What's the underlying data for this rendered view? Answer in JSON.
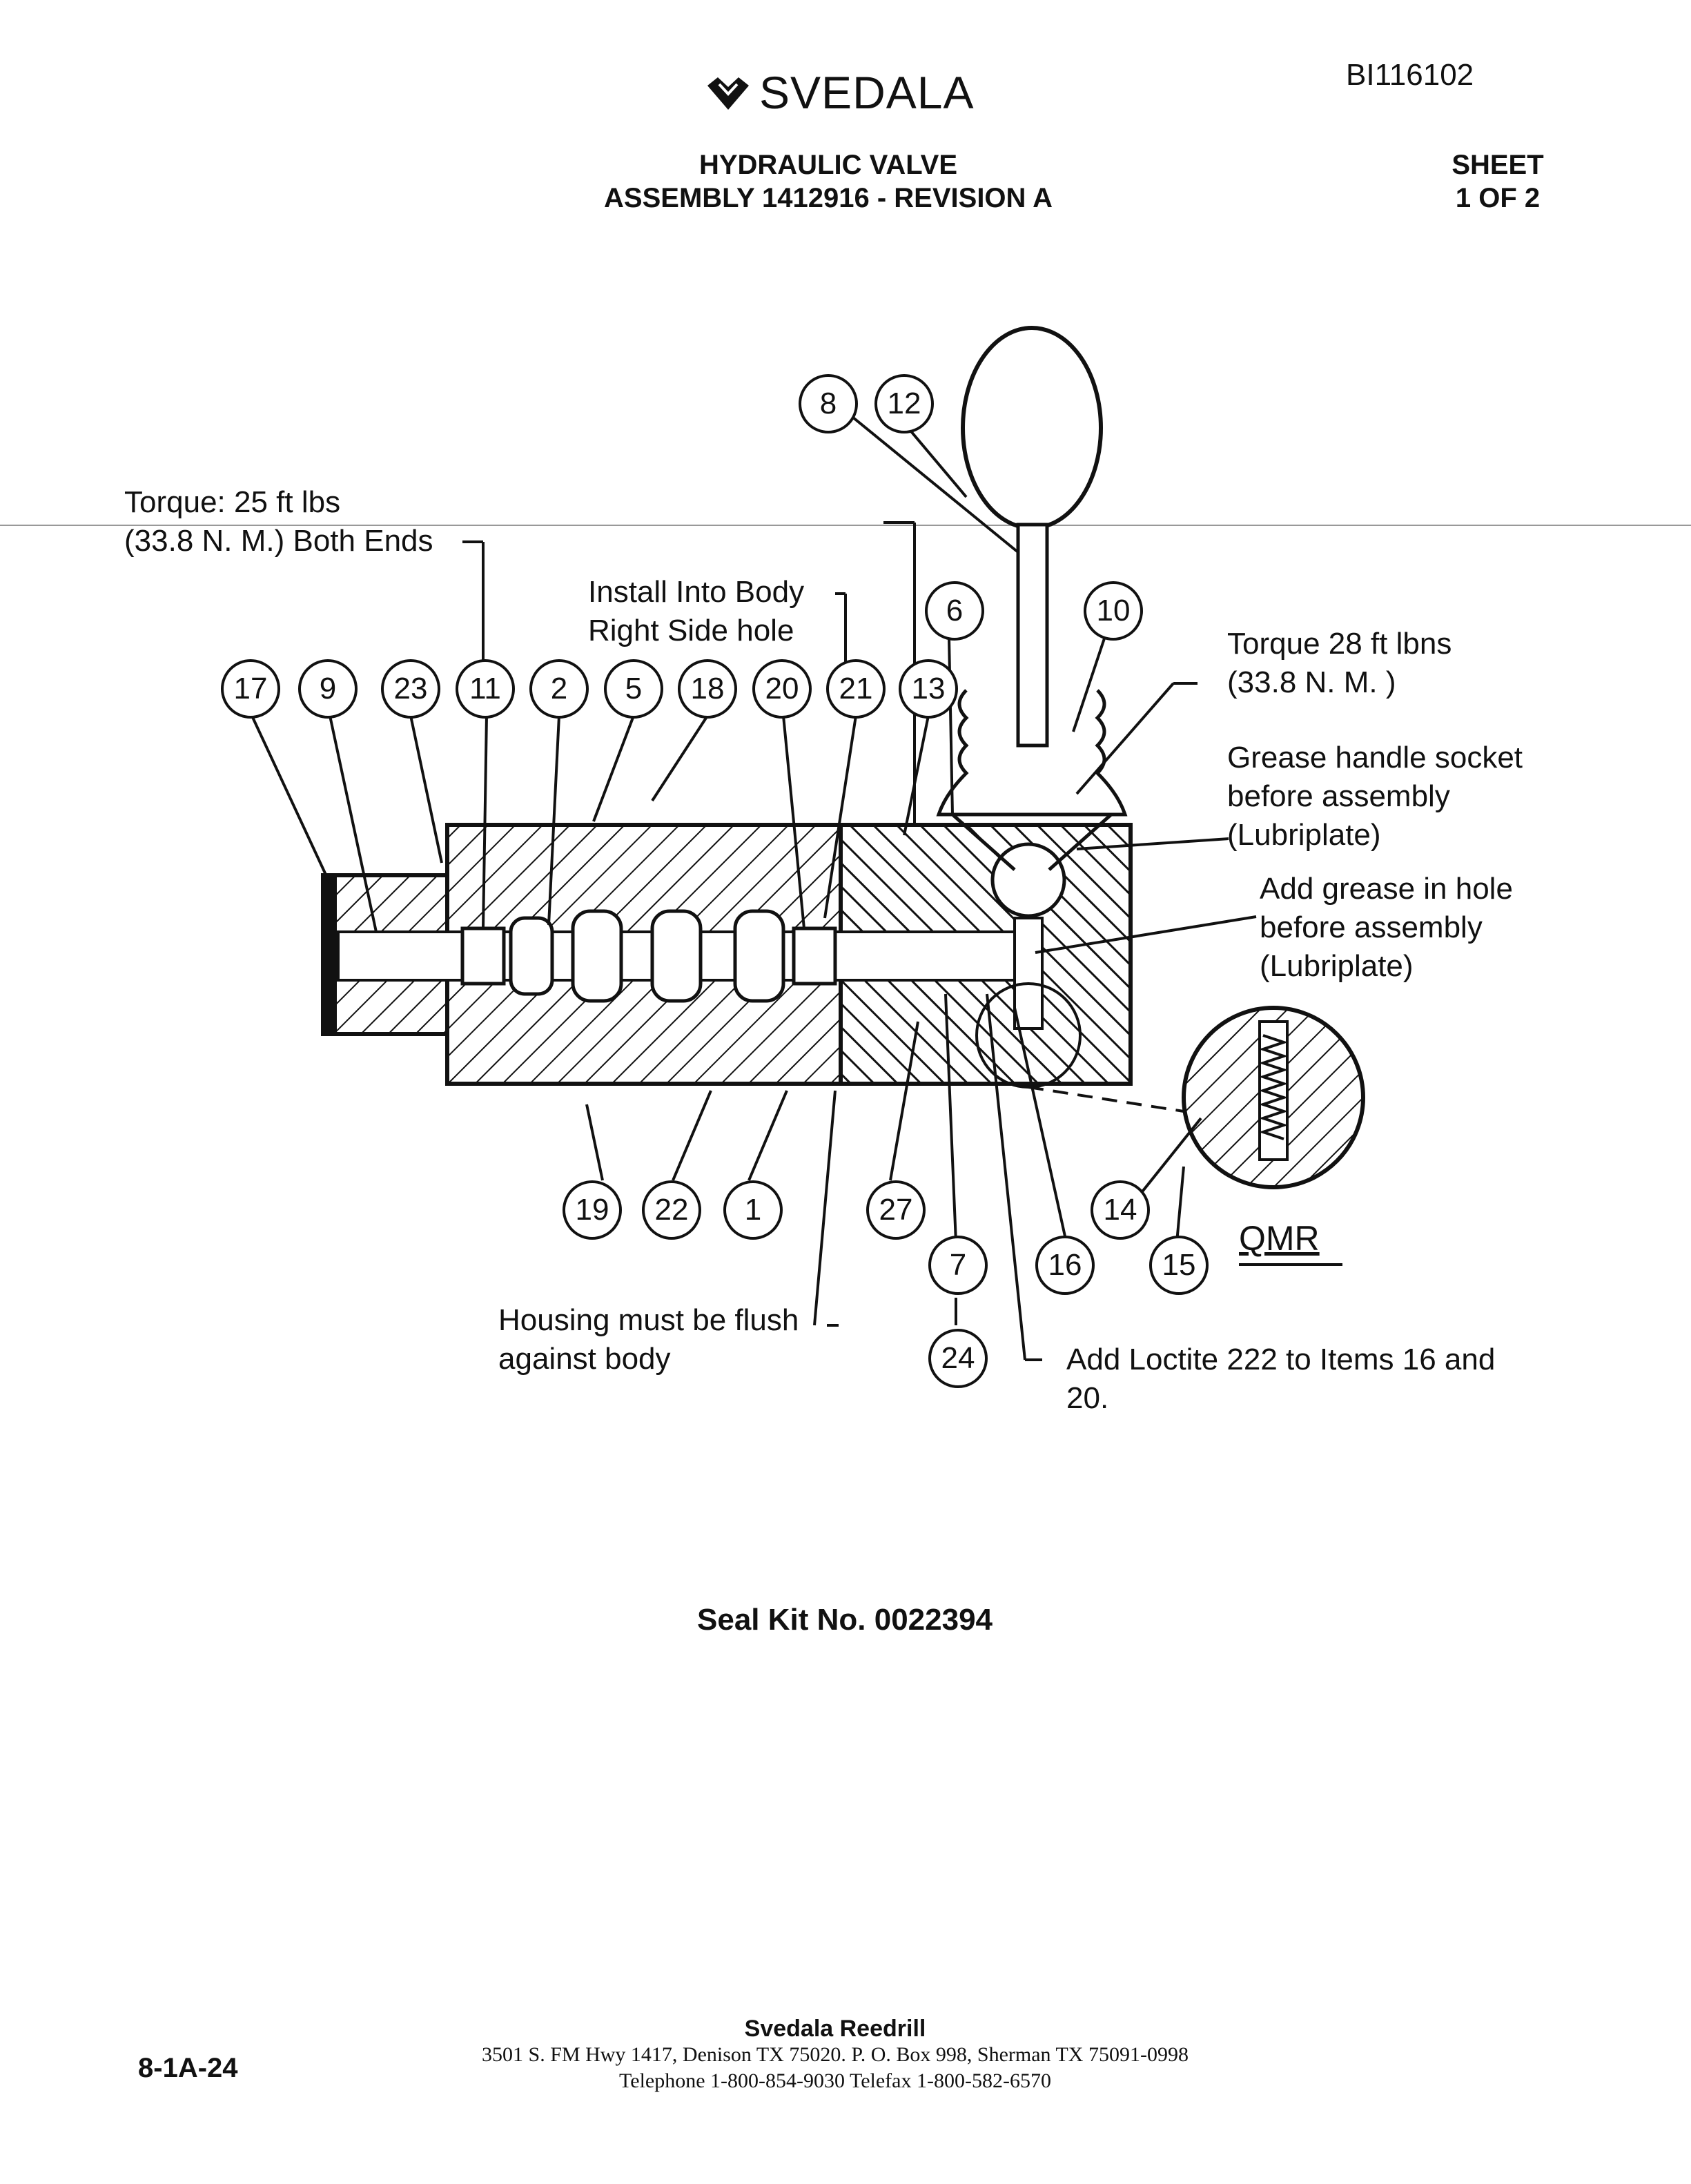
{
  "header": {
    "brand": "SVEDALA",
    "doc_id": "BI116102",
    "title_line1": "HYDRAULIC VALVE",
    "title_line2": "ASSEMBLY 1412916 - REVISION A",
    "sheet_line1": "SHEET",
    "sheet_line2": "1 OF 2"
  },
  "notes": {
    "torque_left_1": "Torque: 25 ft lbs",
    "torque_left_2": "(33.8 N. M.) Both Ends",
    "install_1": "Install Into Body",
    "install_2": "Right Side hole",
    "torque_right_1": "Torque 28 ft lbns",
    "torque_right_2": "(33.8 N. M. )",
    "grease_socket_1": "Grease handle socket",
    "grease_socket_2": "before assembly",
    "grease_socket_3": "(Lubriplate)",
    "grease_hole_1": "Add grease in hole",
    "grease_hole_2": "before assembly",
    "grease_hole_3": "(Lubriplate)",
    "housing_1": "Housing  must be flush",
    "housing_2": "against body",
    "loctite_1": "Add Loctite 222 to Items 16 and",
    "loctite_2": "20.",
    "qmr": "QMR"
  },
  "balloons": {
    "b8": "8",
    "b12": "12",
    "b6": "6",
    "b10": "10",
    "b17": "17",
    "b9": "9",
    "b23": "23",
    "b11": "11",
    "b2": "2",
    "b5": "5",
    "b18": "18",
    "b20": "20",
    "b21": "21",
    "b13": "13",
    "b19": "19",
    "b22": "22",
    "b1": "1",
    "b27": "27",
    "b7": "7",
    "b16": "16",
    "b14": "14",
    "b15": "15",
    "b24": "24"
  },
  "seal_kit": "Seal Kit No.  0022394",
  "footer": {
    "page_no": "8-1A-24",
    "company": "Svedala Reedrill",
    "address": "3501 S. FM Hwy 1417, Denison TX  75020.   P. O. Box 998, Sherman TX  75091-0998",
    "phone": "Telephone 1-800-854-9030 Telefax 1-800-582-6570"
  }
}
